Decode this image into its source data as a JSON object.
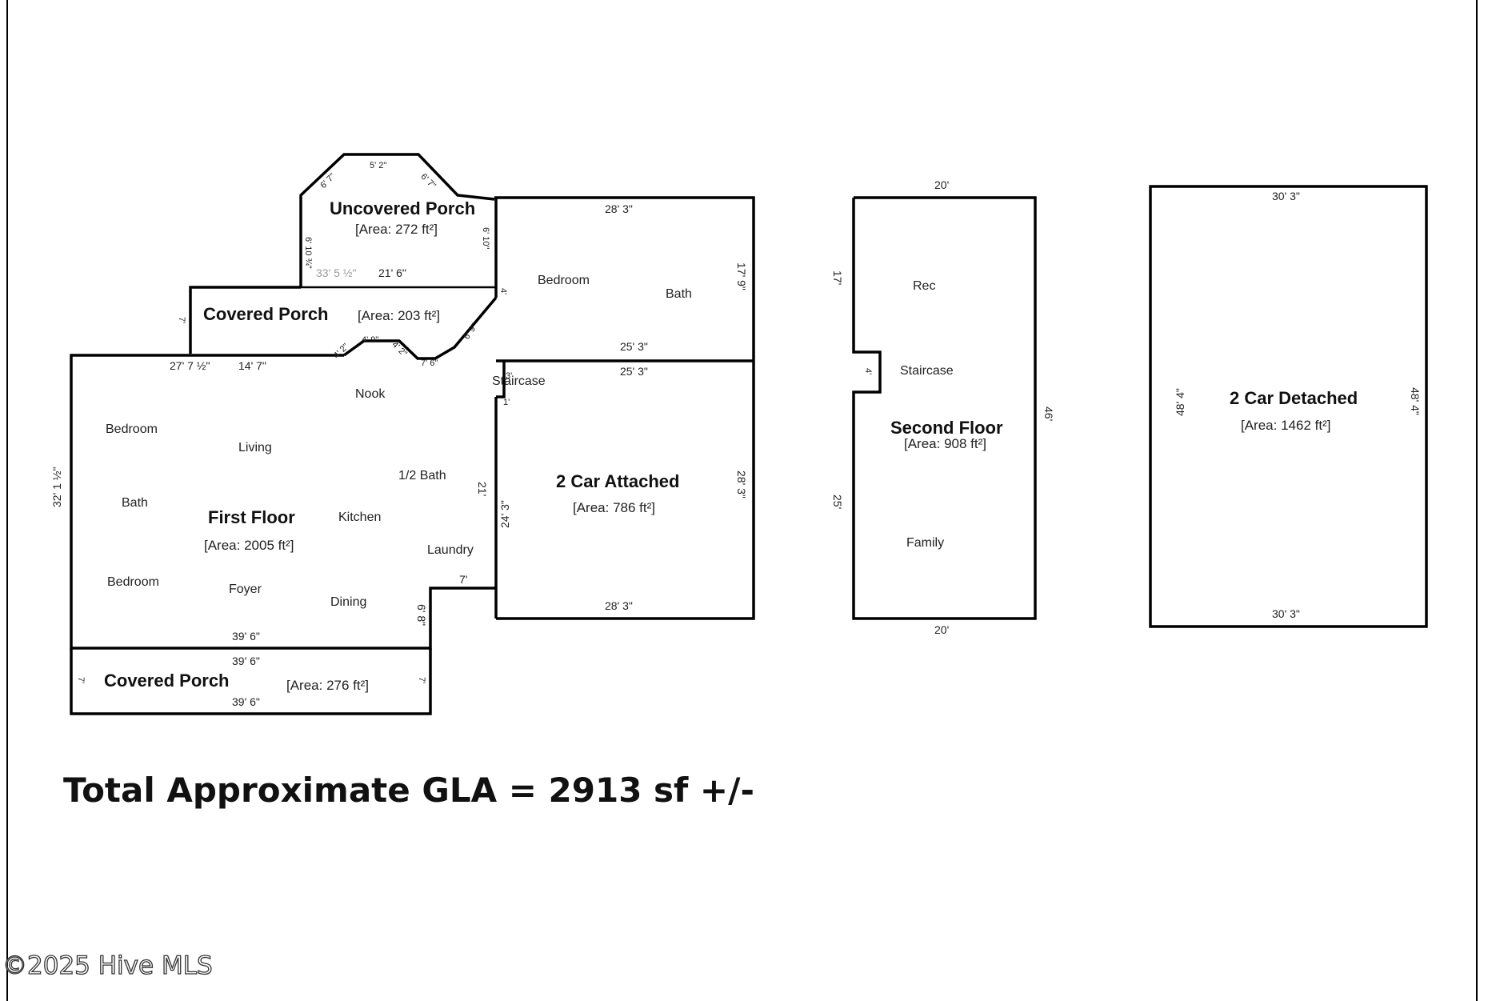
{
  "floors": {
    "uncovered_porch": {
      "name": "Uncovered Porch",
      "area": "[Area: 272 ft²]",
      "dims": [
        "5' 2\"",
        "6' 7\"",
        "6' 7\"",
        "6' 10 ¾\"",
        "6' 10\"",
        "33' 5 ½\"",
        "21' 6\""
      ]
    },
    "covered_porch_upper": {
      "name": "Covered Porch",
      "area": "[Area: 203 ft²]",
      "dims": [
        "7'",
        "6' 9\"",
        "4'",
        "4' 9\"",
        "4' 2\"",
        "4' 2\"",
        "7' 6\""
      ]
    },
    "bedroom_bath_wing": {
      "rooms": [
        "Bedroom",
        "Bath"
      ],
      "dims": [
        "28' 3\"",
        "17' 9\"",
        "25' 3\"",
        "25' 3\""
      ]
    },
    "first_floor": {
      "name": "First Floor",
      "area": "[Area: 2005 ft²]",
      "rooms": [
        "Nook",
        "Bedroom",
        "Living",
        "1/2 Bath",
        "Bath",
        "Kitchen",
        "Laundry",
        "Bedroom",
        "Foyer",
        "Dining",
        "Staircase"
      ],
      "dims": [
        "27' 7 ½\"",
        "14' 7\"",
        "32' 1 ½\"",
        "21'",
        "7'",
        "6' 8\"",
        "39' 6\"",
        "3'",
        "1'"
      ]
    },
    "covered_porch_lower": {
      "name": "Covered Porch",
      "area": "[Area: 276 ft²]",
      "dims": [
        "39' 6\"",
        "39' 6\"",
        "7'",
        "7'"
      ]
    },
    "two_car_attached": {
      "name": "2 Car Attached",
      "area": "[Area: 786 ft²]",
      "dims": [
        "24' 3\"",
        "28' 3\"",
        "28' 3\""
      ]
    },
    "second_floor": {
      "name": "Second Floor",
      "area": "[Area: 908 ft²]",
      "rooms": [
        "Rec",
        "Staircase",
        "Family"
      ],
      "dims": [
        "20'",
        "20'",
        "17'",
        "25'",
        "46'",
        "4'"
      ]
    },
    "two_car_detached": {
      "name": "2 Car Detached",
      "area": "[Area: 1462 ft²]",
      "dims": [
        "30' 3\"",
        "30' 3\"",
        "48' 4\"",
        "48' 4\""
      ]
    }
  },
  "summary": {
    "total_gla": "Total Approximate GLA = 2913 sf +/-"
  },
  "watermark": "©2025 Hive MLS"
}
